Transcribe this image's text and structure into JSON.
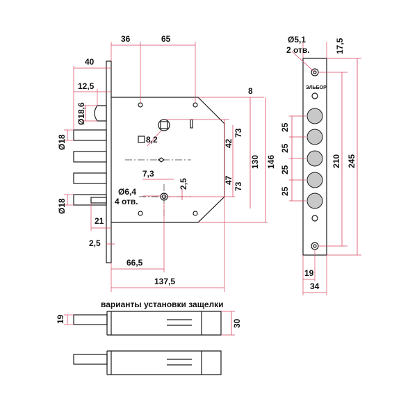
{
  "caption": "варианты установки защелки",
  "dimensions": {
    "d36": "36",
    "d65": "65",
    "d40": "40",
    "d12_5": "12,5",
    "d18_6": "Ø18,6",
    "d18_top": "Ø18",
    "d18_bottom": "Ø18",
    "d8": "8",
    "sq8_2": "8,2",
    "d73_top": "73",
    "d42": "42",
    "d130": "130",
    "d146": "146",
    "d7_3": "7,3",
    "d47": "47",
    "d73_bottom": "73",
    "d2_5_mid": "2,5",
    "d6_4": "Ø6,4",
    "holes4": "4 отв.",
    "d21": "21",
    "d2_5_bot": "2,5",
    "d66_5": "66,5",
    "d137_5": "137,5",
    "d5_1": "Ø5,1",
    "holes2": "2 отв.",
    "d17_5": "17,5",
    "d25_a": "25",
    "d25_b": "25",
    "d25_c": "25",
    "d25_d": "25",
    "d210": "210",
    "d245": "245",
    "d19_plate": "19",
    "d34": "34",
    "d19_latch": "19",
    "d30": "30"
  },
  "brand": "ЭЛЬБОР",
  "colors": {
    "dimension": "#d8455f",
    "outline": "#1a1a1a",
    "cylinder": "#c8c8c8"
  }
}
